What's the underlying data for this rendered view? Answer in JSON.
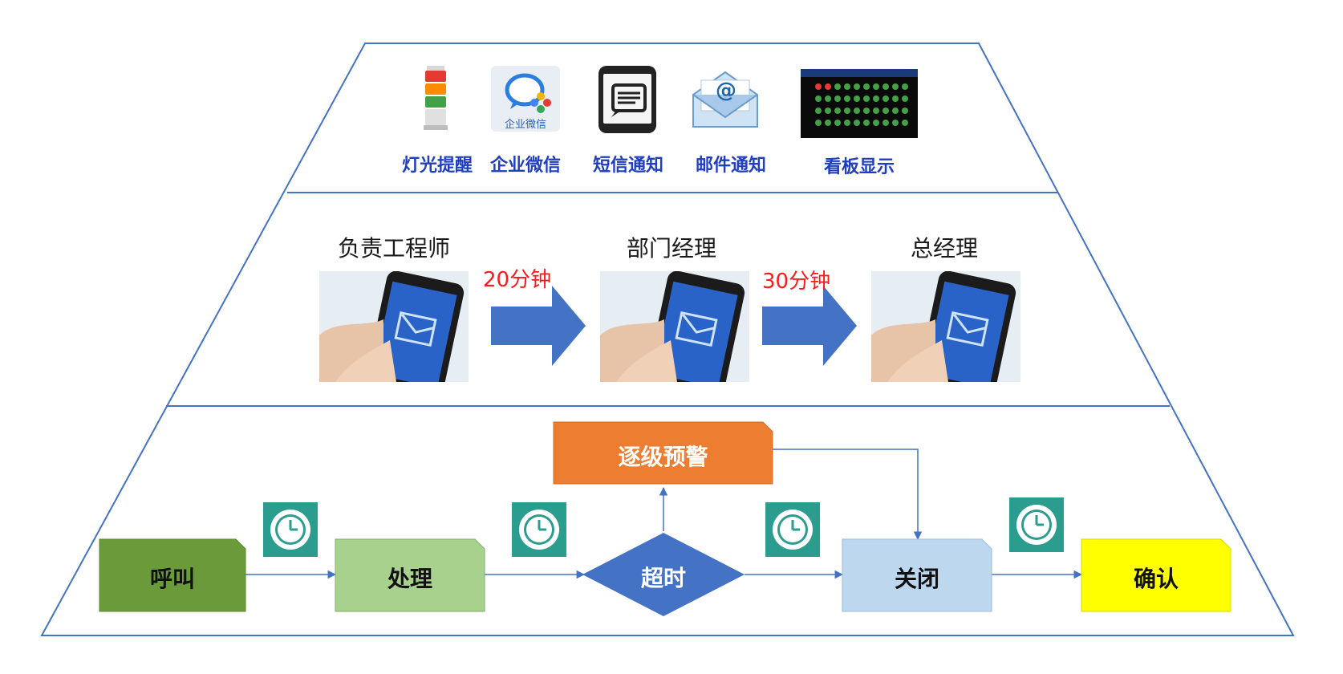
{
  "top_tier": {
    "items": [
      {
        "label": "灯光提醒",
        "icon": "signal-tower-light-icon"
      },
      {
        "label": "企业微信",
        "icon": "wecom-icon",
        "icon_text": "企业微信"
      },
      {
        "label": "短信通知",
        "icon": "sms-phone-icon"
      },
      {
        "label": "邮件通知",
        "icon": "email-envelope-icon",
        "icon_text": "@"
      },
      {
        "label": "看板显示",
        "icon": "dashboard-board-icon"
      }
    ]
  },
  "middle_tier": {
    "roles": [
      "负责工程师",
      "部门经理",
      "总经理"
    ],
    "intervals": [
      "20分钟",
      "30分钟"
    ],
    "phone_icon": "phone-message-icon"
  },
  "bottom_tier": {
    "escalation": "逐级预警",
    "steps": {
      "call": "呼叫",
      "handle": "处理",
      "timeout": "超时",
      "close": "关闭",
      "confirm": "确认"
    },
    "clock_icon": "clock-icon"
  },
  "colors": {
    "outline": "#4472c4",
    "call": "#6a9a3a",
    "handle": "#a9d18e",
    "timeout": "#4472c4",
    "close": "#bdd7ee",
    "confirm": "#ffff00",
    "escalation": "#ed7d31",
    "clock": "#2a9d8f",
    "interval_text": "#ff1a1a",
    "label_text": "#1f3fbf"
  }
}
